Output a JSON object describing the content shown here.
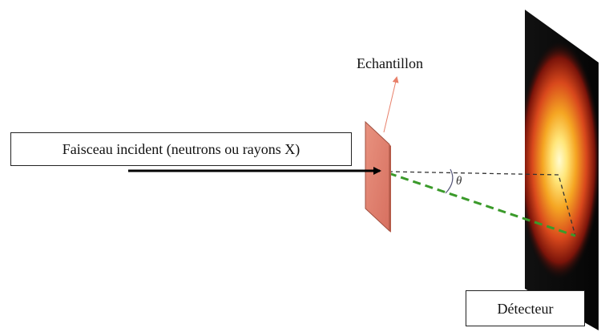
{
  "labels": {
    "incident_beam": "Faisceau incident (neutrons ou rayons X)",
    "sample": "Echantillon",
    "detector": "Détecteur",
    "angle": "θ"
  },
  "colors": {
    "sample_face": "#e0806f",
    "sample_edge": "#a05040",
    "sample_pointer": "#e8806a",
    "scattered_ray": "#3a9a2a",
    "transmitted_ray": "#333333",
    "detector_background": "#0a0a0a",
    "detector_spot_center": "#fff7a8",
    "detector_spot_mid": "#f5a623",
    "detector_spot_outer": "#c0301a"
  }
}
